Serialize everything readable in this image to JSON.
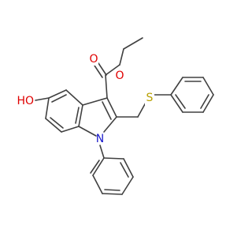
{
  "atoms": {
    "O_carbonyl": {
      "text": "O",
      "color": "#e00000"
    },
    "O_ester": {
      "text": "O",
      "color": "#e00000"
    },
    "OH": {
      "text": "HO",
      "color": "#e00000"
    },
    "S": {
      "text": "S",
      "color": "#b8a000"
    },
    "N": {
      "text": "N",
      "color": "#1a1acc"
    }
  },
  "bond_color": "#404040"
}
